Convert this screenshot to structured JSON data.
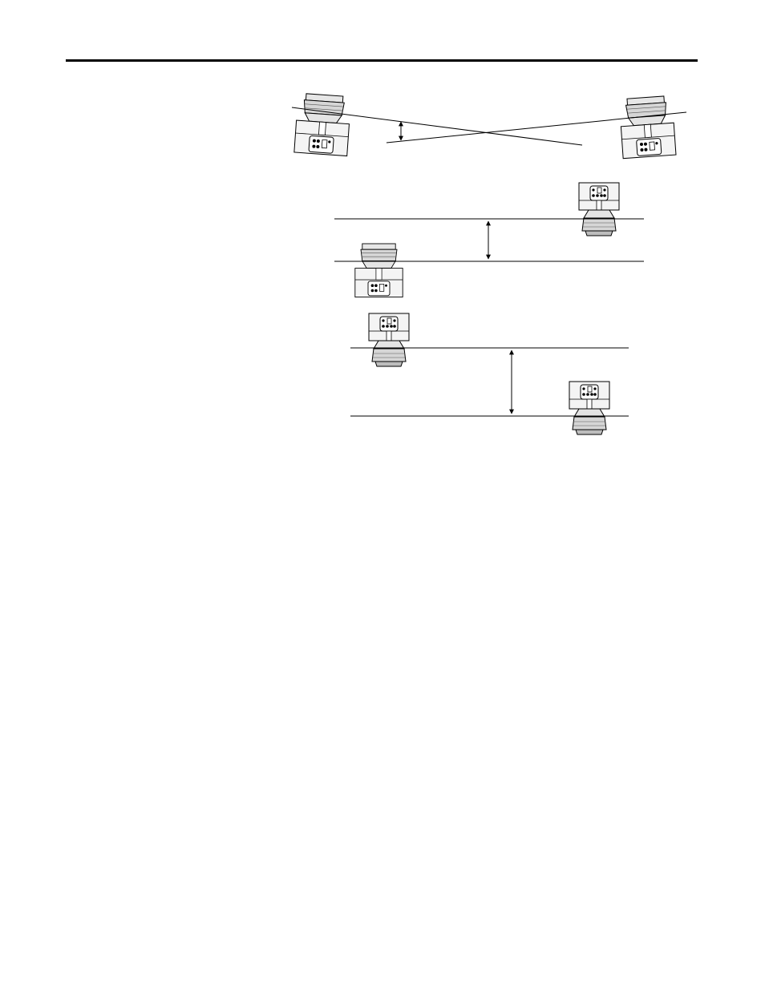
{
  "page": {
    "background": "#ffffff",
    "ink": "#000000",
    "scanner_body": "#f2f2f2",
    "scanner_head": "#dcdcdc",
    "scanner_base": "#c8c8c8"
  },
  "figures": {
    "diagram_1": "crossed-beam-scanners",
    "diagram_2": "offset-scanners-parallel-planes",
    "diagram_3": "offset-scanners-parallel-planes-inverted"
  }
}
